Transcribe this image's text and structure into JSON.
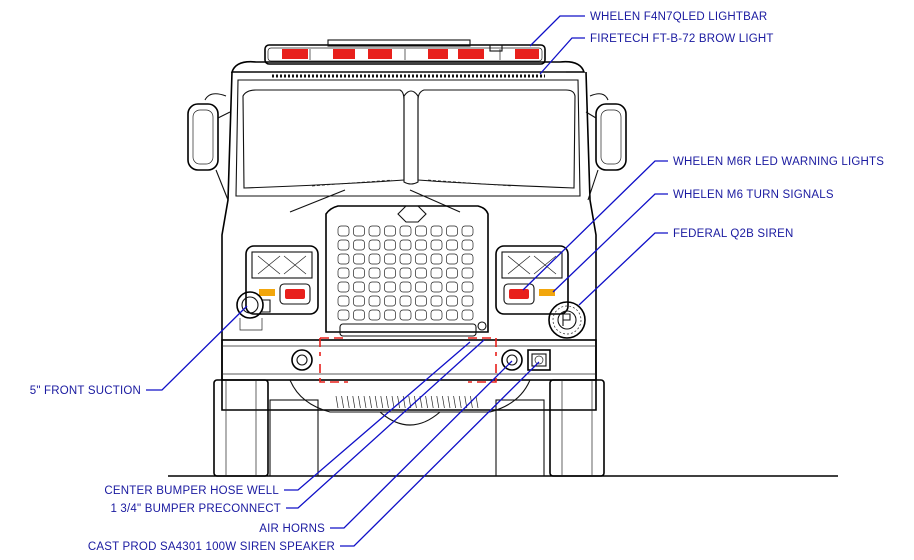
{
  "diagram": {
    "callouts": [
      {
        "id": "lightbar",
        "label": "WHELEN F4N7QLED LIGHTBAR"
      },
      {
        "id": "brow",
        "label": "FIRETECH FT-B-72 BROW LIGHT"
      },
      {
        "id": "m6r",
        "label": "WHELEN M6R LED WARNING LIGHTS"
      },
      {
        "id": "m6turn",
        "label": "WHELEN M6 TURN SIGNALS"
      },
      {
        "id": "q2b",
        "label": "FEDERAL Q2B SIREN"
      },
      {
        "id": "suction",
        "label": "5\" FRONT SUCTION"
      },
      {
        "id": "hosewell",
        "label": "CENTER BUMPER HOSE WELL"
      },
      {
        "id": "preconnect",
        "label": "1 3/4\" BUMPER PRECONNECT"
      },
      {
        "id": "airhorns",
        "label": "AIR HORNS"
      },
      {
        "id": "speaker",
        "label": "CAST PROD SA4301 100W SIREN SPEAKER"
      }
    ],
    "colors": {
      "leader": "#1010c8",
      "label": "#1a1aa0",
      "warning_red": "#e8201c",
      "turn_amber": "#f2a60c",
      "linework": "#111111"
    }
  }
}
